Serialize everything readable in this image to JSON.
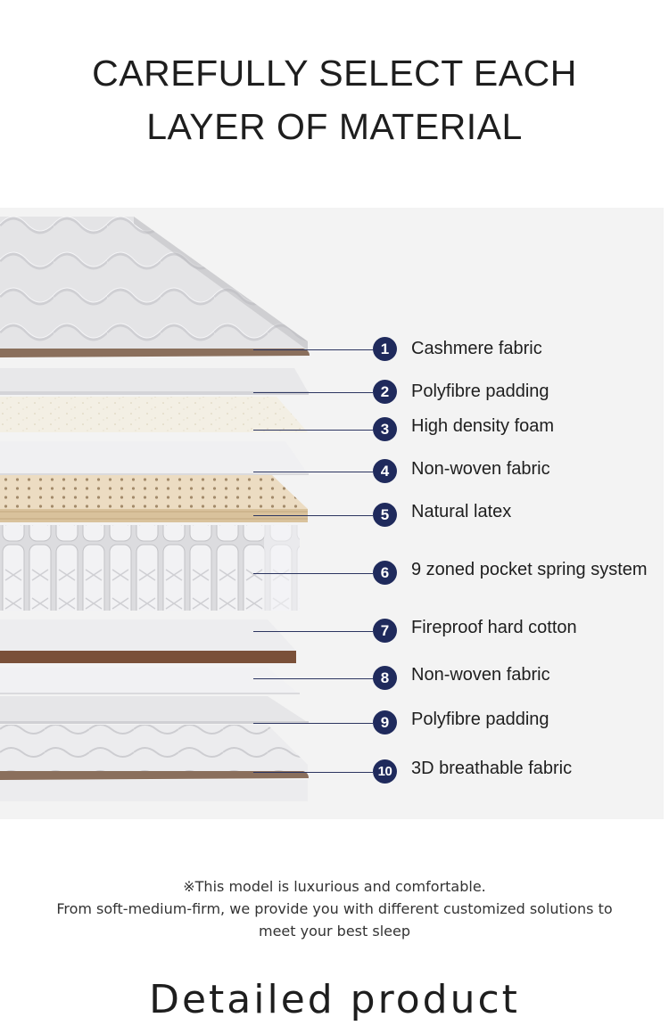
{
  "header": {
    "line1": "CAREFULLY SELECT EACH",
    "line2": "LAYER OF MATERIAL"
  },
  "layers": [
    {
      "number": "1",
      "label": "Cashmere fabric"
    },
    {
      "number": "2",
      "label": "Polyfibre padding"
    },
    {
      "number": "3",
      "label": "High density foam"
    },
    {
      "number": "4",
      "label": "Non-woven fabric"
    },
    {
      "number": "5",
      "label": "Natural latex"
    },
    {
      "number": "6",
      "label": "9 zoned pocket spring system"
    },
    {
      "number": "7",
      "label": "Fireproof hard cotton"
    },
    {
      "number": "8",
      "label": "Non-woven fabric"
    },
    {
      "number": "9",
      "label": "Polyfibre padding"
    },
    {
      "number": "10",
      "label": "3D breathable fabric"
    }
  ],
  "note": {
    "line1": "※This model is luxurious and comfortable.",
    "line2": "From soft-medium-firm, we provide you with different customized solutions to",
    "line3": "meet your best sleep"
  },
  "footer": {
    "title": "Detailed product"
  },
  "colors": {
    "badge": "#1f2a5c",
    "panel": "#f3f3f3",
    "latex": "#e9d6b8",
    "brown_edge": "#6b4a36"
  }
}
